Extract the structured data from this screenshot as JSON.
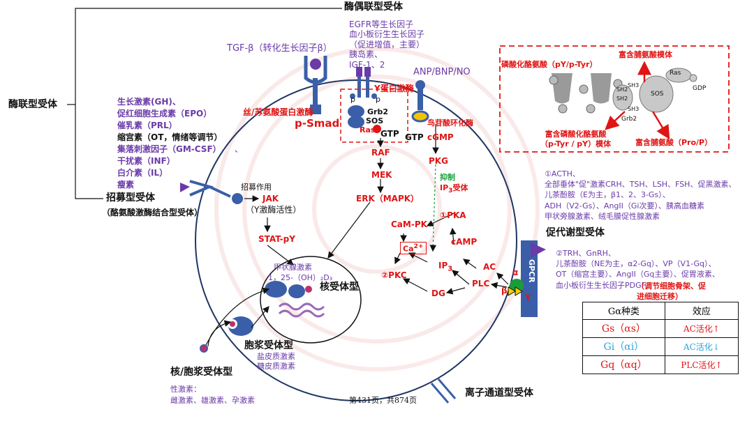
{
  "top_label": "酶偶联型受体",
  "left_label": "酶联型受体",
  "tgf": {
    "title": "TGF-β（转化生长因子β）",
    "kinase": "丝/苏氨酸蛋白激酶",
    "smad": "p-Smad"
  },
  "egfr_list": "EGFR等生长因子\n血小板衍生生长因子\n（促进增值，主要）\n胰岛素、\nIGF-1、2",
  "tyr_kinase": "Y蛋白激酶",
  "anp": {
    "title": "ANP/BNP/NO",
    "enzyme": "鸟苷酸环化酶",
    "gtp": "GTP",
    "cgmp": "cGMP",
    "pkg": "PKG",
    "inhibit": "抑制",
    "ip3r": "IP",
    "ip3r_sub": "3",
    "ip3r_tail": "受体"
  },
  "ras_path": {
    "grb2": "Grb2",
    "sos": "SOS",
    "ras": "Ras",
    "gtp": "GTP",
    "raf": "RAF",
    "mek": "MEK",
    "erk": "ERK（MAPK）"
  },
  "phospho": {
    "p": "p",
    "pp": "p",
    "ppp": "p"
  },
  "hormones1": [
    "生长激素(GH)、",
    "促红细胞生成素（EPO）",
    "催乳素（PRL）",
    "缩宫素（OT，情绪等调节）",
    "集落刺激因子（GM-CSF）",
    "干扰素（INF）",
    "白介素（IL）",
    "瘦素"
  ],
  "hormones1_comma": "、",
  "recruit": {
    "label": "招募型受体",
    "sub": "（酪氨酸激酶结合型受体）",
    "action": "招募作用",
    "jak": "JAK",
    "jak_sub": "（Y激酶活性）",
    "stat": "STAT-pY"
  },
  "nucleus": {
    "hormone1": "甲状腺激素",
    "hormone2": "1，25-（OH）₂D₃",
    "label": "核受体型"
  },
  "cyto": {
    "label": "胞浆受体型",
    "h1": "盐皮质激素",
    "h2": "糖皮质激素"
  },
  "nuc_cyto": {
    "label": "核/胞浆受体型",
    "sex_title": "性激素：",
    "sex_list": "雌激素、雄激素、孕激素"
  },
  "ion": "离子通道型受体",
  "page": "第431页，共874页",
  "gpcr": {
    "label": "GPCR",
    "title": "促代谢型受体",
    "alpha": "α",
    "beta": "β",
    "gamma": "γ",
    "ac": "AC",
    "plc": "PLC",
    "camp": "cAMP",
    "pka": "①PKA",
    "ip3": "IP",
    "ip3_sub": "3",
    "ca": "Ca",
    "ca_sup": "2+",
    "campk": "CaM-PK",
    "pkc": "②PKC",
    "dg": "DG"
  },
  "gs_list": "①ACTH、\n全部垂体\"促\"激素CRH、TSH、LSH、FSH、促黑激素、\n儿茶酚胺（E为主，β1、2、3-Gs）、\nADH（V2-Gs）、AngII（Gi次要）、胰高血糖素\n甲状旁腺激素、绒毛膜促性腺激素",
  "gq_list": "②TRH、GnRH、\n儿茶酚胺（NE为主，α2-Gq）、VP（V1-Gq）、\nOT（缩宫主要）、AngII（Gq主要）、促胃液素、\n血小板衍生生长因子PDGF",
  "gq_red": "（调节细胞骨架、促\n进细胞迁移）",
  "inset": {
    "t1": "磷酸化酪氨酸（pY/p-Tyr）",
    "t2": "富含脯氨酸模体",
    "t3": "富含磷酸化酪氨酸\n（p-Tyr / pY）模体",
    "t4": "富含脯氨酸（Pro/P）",
    "ras": "Ras",
    "gdp": "GDP",
    "sh2a": "SH2",
    "sh2b": "SH2",
    "sh3a": "SH3",
    "sh3b": "SH3",
    "sos": "SOS",
    "grb2": "Grb2"
  },
  "galpha_table": {
    "headers": [
      "Gα种类",
      "效应"
    ],
    "rows": [
      {
        "g": "Gs（αs）",
        "e": "AC活化↑",
        "color": "#e01414"
      },
      {
        "g": "Gi（αi）",
        "e": "AC活化↓",
        "color": "#2aa4d8"
      },
      {
        "g": "Gq（αq）",
        "e": "PLC活化↑",
        "color": "#e01414"
      }
    ]
  },
  "colors": {
    "purple": "#6a3aa8",
    "red": "#e01414",
    "blue": "#3a5fa8",
    "cyan": "#2aa4d8"
  }
}
